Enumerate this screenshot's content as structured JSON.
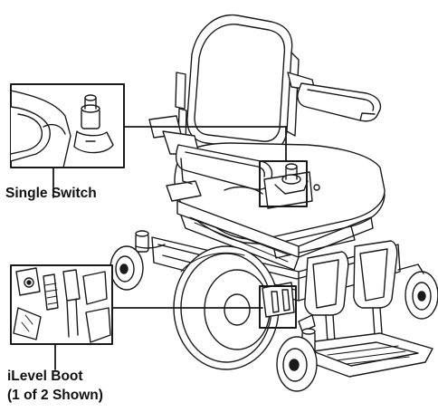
{
  "callouts": {
    "single_switch": {
      "label": "Single Switch"
    },
    "ilevel_boot": {
      "label_line1": "iLevel Boot",
      "label_line2": "(1 of 2 Shown)"
    }
  }
}
